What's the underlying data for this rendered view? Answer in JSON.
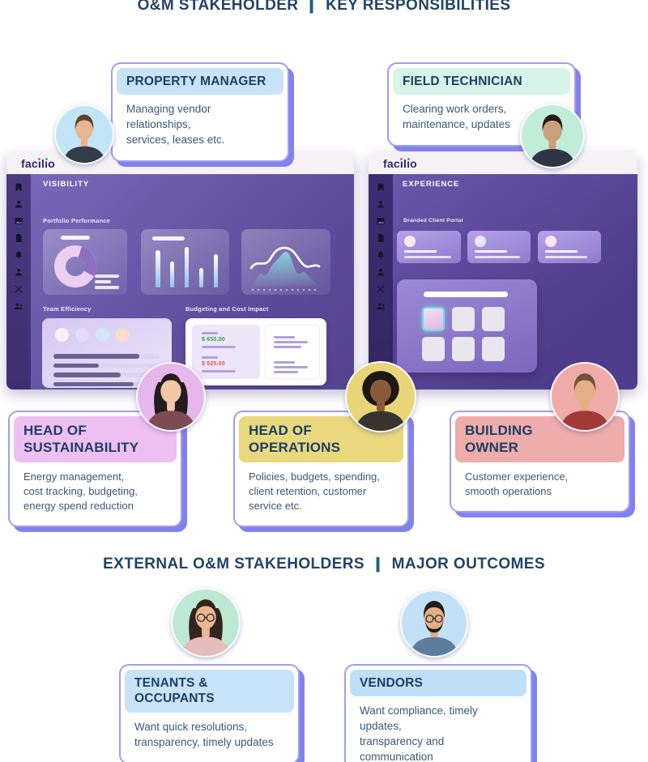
{
  "titles": {
    "top_left": "O&M STAKEHOLDER",
    "top_right": "KEY RESPONSIBILITIES",
    "bottom_left": "EXTERNAL O&M STAKEHOLDERS",
    "bottom_right": "MAJOR OUTCOMES",
    "divider": "|"
  },
  "cards": {
    "property_manager": {
      "title": "PROPERTY MANAGER",
      "body": "Managing vendor relationships,\nservices, leases etc.",
      "header_bg": "#c8e3f8"
    },
    "field_technician": {
      "title": "FIELD TECHNICIAN",
      "body": "Clearing work orders,\nmaintenance, updates",
      "header_bg": "#d8f4e9"
    },
    "head_sustainability": {
      "title": "HEAD OF\nSUSTAINABILITY",
      "body": "Energy management,\ncost tracking, budgeting,\nenergy spend reduction",
      "header_bg": "#eec0f1"
    },
    "head_operations": {
      "title": "HEAD OF\nOPERATIONS",
      "body": "Policies, budgets, spending,\nclient retention, customer\nservice etc.",
      "header_bg": "#e9d87e"
    },
    "building_owner": {
      "title": "BUILDING\nOWNER",
      "body": "Customer experience,\nsmooth operations",
      "header_bg": "#eeacaa"
    },
    "tenants": {
      "title": "TENANTS & OCCUPANTS",
      "body": "Want quick resolutions,\ntransparency, timely updates",
      "header_bg": "#c8e3f8"
    },
    "vendors": {
      "title": "VENDORS",
      "body": "Want compliance, timely updates,\ntransparency and communication",
      "header_bg": "#bfdff7"
    }
  },
  "dashboards": {
    "left": {
      "logo": "facilio",
      "section": "VISIBILITY",
      "portfolio_label": "Portfolio Performance",
      "team_label": "Team Efficiency",
      "budget_label": "Budgeting and Cost Impact",
      "budget_green": "$ 650.00",
      "budget_red": "$ 925.00"
    },
    "right": {
      "logo": "facilio",
      "section": "EXPERIENCE",
      "portal_label": "Branded Client Portal"
    }
  },
  "sidebar_icons": [
    "building-icon",
    "user-icon",
    "gallery-icon",
    "report-icon",
    "alert-icon",
    "person-icon",
    "tools-icon",
    "team-icon"
  ],
  "decor": {
    "bar_heights": [
      0.82,
      0.58,
      0.9,
      0.42,
      0.74
    ],
    "team_rows": [
      [
        0.66,
        0.82
      ],
      [
        0.35,
        0.82
      ],
      [
        0.52,
        0.82
      ],
      [
        0.62,
        0.74
      ]
    ]
  },
  "avatars": [
    {
      "id": "property-manager",
      "bg": "#c2e4f7",
      "shirt": "#343b4a",
      "skin": "#e9b692",
      "hair": "#5f4330",
      "style": "short"
    },
    {
      "id": "field-technician",
      "bg": "#c0ecd8",
      "shirt": "#2e3545",
      "skin": "#caa07c",
      "hair": "#221a17",
      "style": "short"
    },
    {
      "id": "head-sustainability",
      "bg": "#e7b6ec",
      "shirt": "#7c4b53",
      "skin": "#f0c8a4",
      "hair": "#241c21",
      "style": "long"
    },
    {
      "id": "head-operations",
      "bg": "#e7d578",
      "shirt": "#38342f",
      "skin": "#8a5a3c",
      "hair": "#1d1715",
      "style": "curly"
    },
    {
      "id": "building-owner",
      "bg": "#efabA8",
      "shirt": "#a23b36",
      "skin": "#e4ae86",
      "hair": "#6f5238",
      "style": "short"
    },
    {
      "id": "tenants",
      "bg": "#bde9d3",
      "shirt": "#e5bcbc",
      "skin": "#ecb790",
      "hair": "#33241d",
      "style": "long",
      "glasses": true
    },
    {
      "id": "vendors",
      "bg": "#c2e0f8",
      "shirt": "#5c7d9b",
      "skin": "#e4ae86",
      "hair": "#241c18",
      "style": "short",
      "glasses": true,
      "beard": true
    }
  ],
  "colors": {
    "title_text": "#1f4468",
    "card_border": "#9e9ef3",
    "card_shadow": "#8282ee",
    "header_text": "#1d3e66",
    "body_text": "#3a5877",
    "budget_green": "#2f9e57",
    "budget_red": "#e6515c",
    "dash_purple": "#5b4a99",
    "sidebar_purple": "#4a3b82"
  }
}
